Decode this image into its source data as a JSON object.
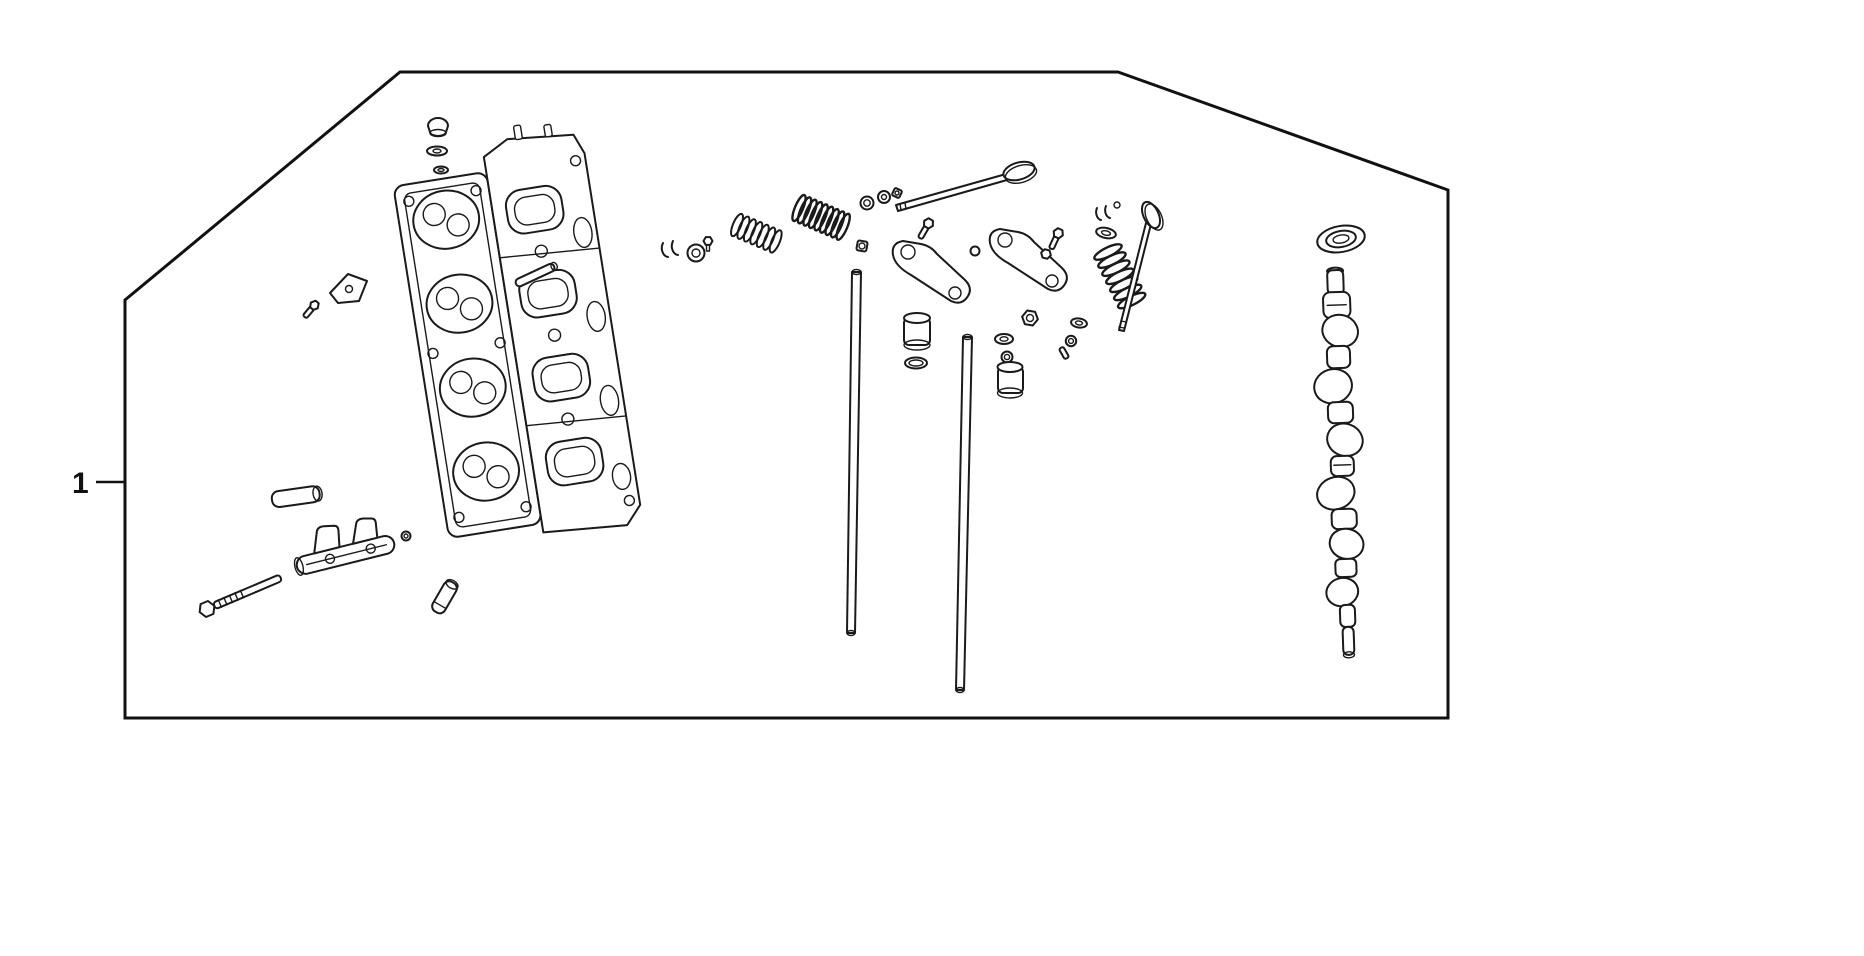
{
  "page": {
    "background_color": "#ffffff",
    "line_color": "#1a1a1a"
  },
  "figure": {
    "kind": "exploded-parts-diagram",
    "description": "Exploded view line drawing of an engine cylinder head assembly with valves, springs, rocker arms, push rods and camshaft inside an angled border frame",
    "callouts": [
      {
        "label": "1"
      }
    ],
    "parts": [
      "sealing-cap",
      "washer-top",
      "o-ring-top",
      "cylinder-head",
      "breather-plate",
      "plate-bolt",
      "dowel-pin",
      "rocker-shaft-assembly",
      "long-hex-bolt",
      "stud-pin",
      "pin-ring",
      "head-dowel-rod",
      "valve-keepers",
      "spring-seat",
      "keeper-bolt",
      "valve-spring-outer",
      "valve-spring-inner",
      "valve-stem-seal",
      "spring-retainer",
      "retainer-clip",
      "intake-valve",
      "rocker-arm-a",
      "adjusting-screw-a",
      "pivot-ball-a",
      "pivot-nut-a",
      "valve-lifter-a",
      "o-ring-lifter",
      "push-rod-a",
      "rocker-arm-b",
      "adjusting-screw-b",
      "pivot-nut-b",
      "lock-nut-b",
      "washer-b",
      "retaining-ring-b",
      "valve-lifter-b",
      "push-rod-b",
      "valve-spring-c",
      "spring-retainer-c",
      "valve-keepers-c",
      "exhaust-valve",
      "washer-c",
      "retaining-ring-c",
      "cotter-pin",
      "camshaft-oil-seal",
      "camshaft"
    ]
  }
}
